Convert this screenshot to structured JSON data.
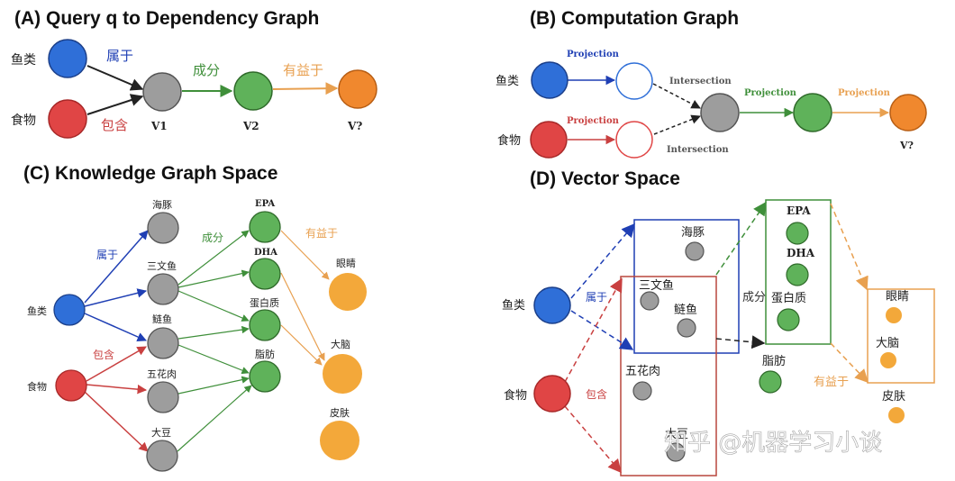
{
  "colors": {
    "blue": "#2f6fd8",
    "red": "#e04545",
    "grey": "#9d9d9d",
    "green": "#5fb25a",
    "orange": "#f0882e",
    "light_orange": "#f3a83a",
    "blue_edge": "#1f3fb4",
    "red_edge": "#c94040",
    "green_edge": "#3f8f3a",
    "orange_edge": "#e8a050",
    "dark_edge": "#222222"
  },
  "panel_a": {
    "title": "(A) Query q to Dependency Graph",
    "label_fish": "鱼类",
    "label_food": "食物",
    "rel_belongs": "属于",
    "rel_contains": "包含",
    "rel_component": "成分",
    "rel_beneficial": "有益于",
    "node_v1": "V1",
    "node_v2": "V2",
    "node_v": "V?"
  },
  "panel_b": {
    "title": "(B) Computation Graph",
    "label_fish": "鱼类",
    "label_food": "食物",
    "proj_top": "Projection",
    "proj_bottom": "Projection",
    "inter_top": "Intersection",
    "inter_bottom": "Intersection",
    "proj_mid": "Projection",
    "proj_right": "Projection",
    "node_v": "V?"
  },
  "panel_c": {
    "title": "(C) Knowledge Graph Space",
    "label_fish": "鱼类",
    "label_food": "食物",
    "rel_belongs": "属于",
    "rel_contains": "包含",
    "rel_component": "成分",
    "rel_beneficial": "有益于",
    "entities": [
      "海豚",
      "三文鱼",
      "鲢鱼",
      "五花肉",
      "大豆"
    ],
    "nutrients": [
      "EPA",
      "DHA",
      "蛋白质",
      "脂肪"
    ],
    "organs": [
      "眼睛",
      "大脑",
      "皮肤"
    ]
  },
  "panel_d": {
    "title": "(D) Vector Space",
    "label_fish": "鱼类",
    "label_food": "食物",
    "rel_belongs": "属于",
    "rel_contains": "包含",
    "rel_component": "成分",
    "rel_beneficial": "有益于",
    "entities": [
      "海豚",
      "三文鱼",
      "鲢鱼",
      "五花肉",
      "大豆"
    ],
    "nutrients": [
      "EPA",
      "DHA",
      "蛋白质",
      "脂肪"
    ],
    "organs": [
      "眼睛",
      "大脑",
      "皮肤"
    ]
  },
  "watermark": "知乎 @机器学习小谈"
}
